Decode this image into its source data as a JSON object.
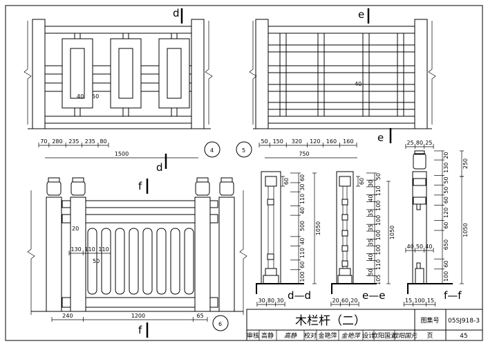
{
  "title_block": {
    "title": "木栏杆（二）",
    "atlas_label": "图集号",
    "atlas_no": "05SJ918-3",
    "page_label": "页",
    "page_no": "45",
    "review_label": "审核",
    "reviewer": "高静",
    "reviewer_signature": "高静",
    "check_label": "校对",
    "checker": "金艳萍",
    "checker_signature": "金艳萍",
    "design_label": "设计",
    "designer": "欧阳国元",
    "designer_signature": "欧阳国元"
  },
  "drawing_4": {
    "number": "4",
    "section": "d",
    "dims_bottom": [
      "70",
      "280",
      "235",
      "235",
      "80"
    ],
    "total": "1500",
    "inner_dims": [
      "40",
      "50"
    ]
  },
  "drawing_5": {
    "number": "5",
    "section": "e",
    "dims_bottom": [
      "50",
      "150",
      "320",
      "120",
      "160",
      "160"
    ],
    "total": "750",
    "inner_dim": "40"
  },
  "drawing_6": {
    "number": "6",
    "section": "f",
    "dims_bottom": [
      "240",
      "1200",
      "65"
    ],
    "inner_dims": [
      "130",
      "110",
      "110"
    ],
    "gap_dim": "50",
    "rail_dim": "20"
  },
  "section_dd": {
    "label": "d—d",
    "chain": [
      "60",
      "30",
      "110",
      "40",
      "500",
      "40",
      "110",
      "60",
      "100"
    ],
    "rail_height": "60",
    "total": "1050",
    "bottom": [
      "30",
      "80",
      "30"
    ]
  },
  "section_ee": {
    "label": "e—e",
    "chain": [
      "50",
      "30",
      "110",
      "40",
      "100",
      "35",
      "100",
      "35",
      "100",
      "35",
      "100",
      "40",
      "110",
      "50",
      "105"
    ],
    "rail_height": "60",
    "total": "1050",
    "bottom": [
      "20",
      "60",
      "20"
    ]
  },
  "section_ff": {
    "label": "f—f",
    "top": [
      "25",
      "80",
      "25"
    ],
    "chain": [
      "20",
      "130",
      "50",
      "50",
      "60",
      "120",
      "60",
      "650",
      "60",
      "100"
    ],
    "totals": [
      "250",
      "1050"
    ],
    "mid": [
      "40",
      "50",
      "40"
    ],
    "bottom": [
      "15",
      "100",
      "15"
    ]
  }
}
